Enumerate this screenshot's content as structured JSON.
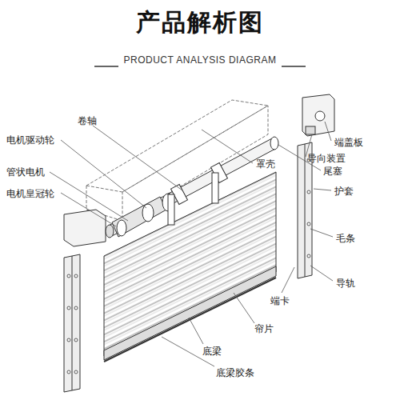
{
  "diagram": {
    "title": "产品解析图",
    "labels": [
      "PRODUCT ANALYSIS DIAGRAM",
      "卷轴",
      "罩壳",
      "电机驱动轮",
      "管状电机",
      "电机皇冠轮",
      "端盖板",
      "导向装置",
      "尾塞",
      "护套",
      "毛条",
      "导轨",
      "端卡",
      "帘片",
      "底梁",
      "底梁胶条"
    ]
  }
}
